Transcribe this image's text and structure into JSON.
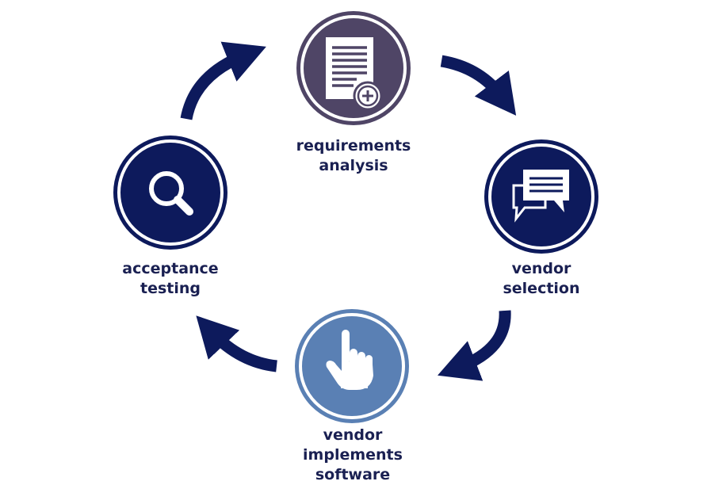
{
  "colors": {
    "navy": "#0d1a5c",
    "purple": "#4f4566",
    "blue": "#5a80b4",
    "text": "#1a2052",
    "white": "#ffffff"
  },
  "nodes": [
    {
      "id": "requirements",
      "icon": "document-plus-icon",
      "lines": [
        "requirements",
        "analysis"
      ]
    },
    {
      "id": "vendor-selection",
      "icon": "chat-bubbles-icon",
      "lines": [
        "vendor",
        "selection"
      ]
    },
    {
      "id": "vendor-implements",
      "icon": "pointing-hand-icon",
      "lines": [
        "vendor",
        "implements",
        "software"
      ]
    },
    {
      "id": "acceptance",
      "icon": "magnifier-icon",
      "lines": [
        "acceptance",
        "testing"
      ]
    }
  ]
}
